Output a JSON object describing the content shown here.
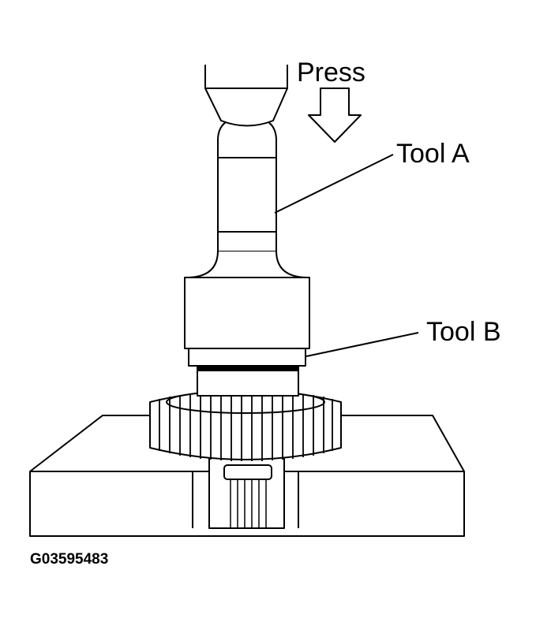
{
  "figure": {
    "labels": {
      "press": "Press",
      "tool_a": "Tool A",
      "tool_b": "Tool B"
    },
    "figure_code": "G03595483"
  },
  "colors": {
    "line": "#000000",
    "background": "#ffffff"
  }
}
